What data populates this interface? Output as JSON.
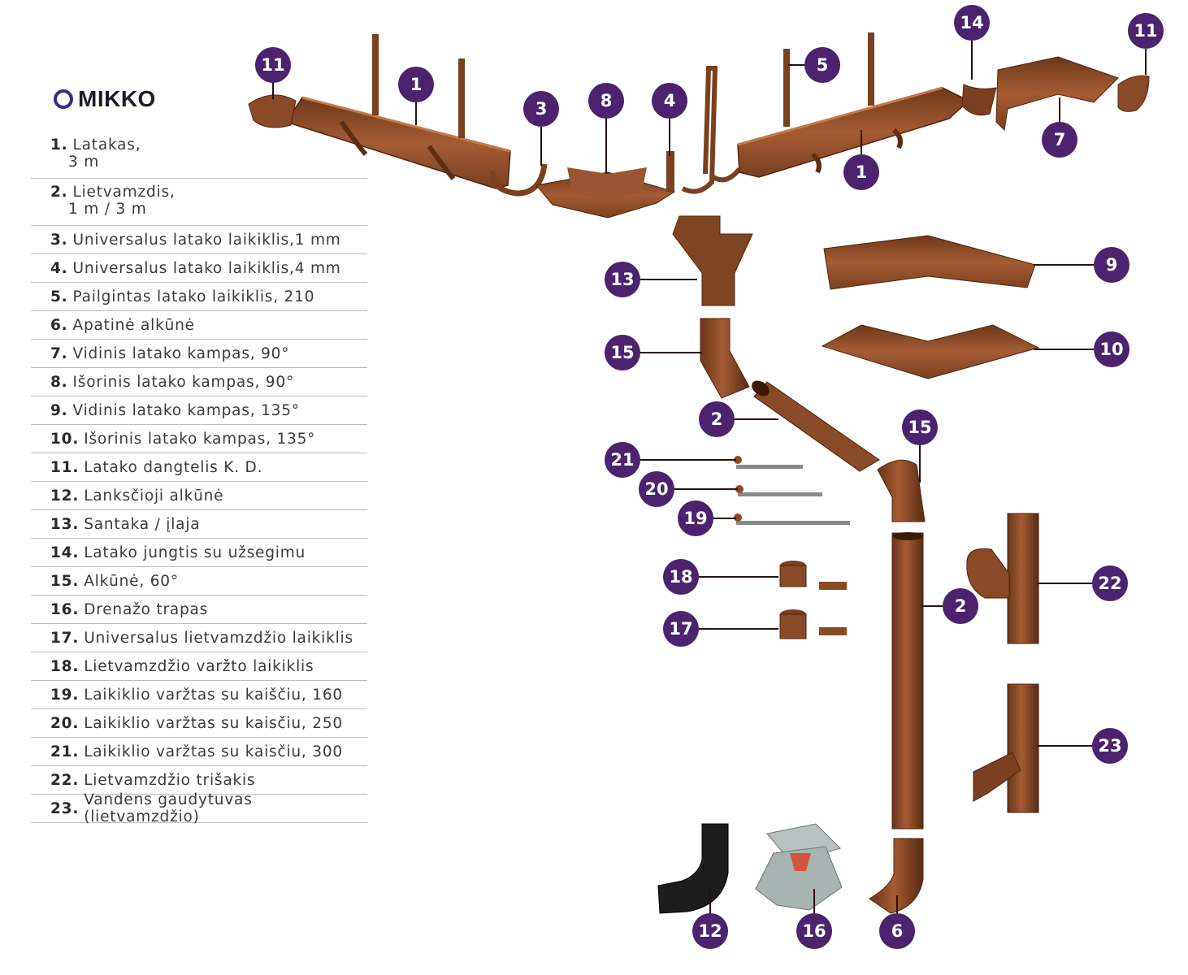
{
  "brand": {
    "name": "MIKKO"
  },
  "colors": {
    "product": "#8a4a26",
    "product_dark": "#5e2e14",
    "badge": "#4b236e",
    "drain_trap": "#b7c2c0",
    "flexible_elbow": "#1d1d1d"
  },
  "legend": [
    {
      "num": "1.",
      "label": "Latakas,",
      "label2": "3 m"
    },
    {
      "num": "2.",
      "label": "Lietvamzdis,",
      "label2": "1 m / 3 m"
    },
    {
      "num": "3.",
      "label": "Universalus latako laikiklis,1 mm"
    },
    {
      "num": "4.",
      "label": "Universalus latako laikiklis,4 mm"
    },
    {
      "num": "5.",
      "label": "Pailgintas latako laikiklis, 210"
    },
    {
      "num": "6.",
      "label": "Apatinė alkūnė"
    },
    {
      "num": "7.",
      "label": "Vidinis latako kampas, 90°"
    },
    {
      "num": "8.",
      "label": "Išorinis latako kampas, 90°"
    },
    {
      "num": "9.",
      "label": "Vidinis latako kampas, 135°"
    },
    {
      "num": "10.",
      "label": "Išorinis latako kampas, 135°"
    },
    {
      "num": "11.",
      "label": "Latako dangtelis K. D."
    },
    {
      "num": "12.",
      "label": "Lanksčioji alkūnė"
    },
    {
      "num": "13.",
      "label": "Santaka / įlaja"
    },
    {
      "num": "14.",
      "label": "Latako jungtis su užsegimu"
    },
    {
      "num": "15.",
      "label": "Alkūnė, 60°"
    },
    {
      "num": "16.",
      "label": "Drenažo trapas"
    },
    {
      "num": "17.",
      "label": "Universalus lietvamzdžio laikiklis"
    },
    {
      "num": "18.",
      "label": "Lietvamzdžio varžto laikiklis"
    },
    {
      "num": "19.",
      "label": "Laikiklio varžtas su kaiščiu, 160"
    },
    {
      "num": "20.",
      "label": "Laikiklio varžtas su kaisčiu, 250"
    },
    {
      "num": "21.",
      "label": "Laikiklio varžtas su kaisčiu, 300"
    },
    {
      "num": "22.",
      "label": "Lietvamzdžio trišakis"
    },
    {
      "num": "23.",
      "label": "Vandens gaudytuvas (lietvamzdžio)"
    }
  ],
  "badges": [
    "11",
    "1",
    "3",
    "8",
    "4",
    "5",
    "1",
    "14",
    "7",
    "11",
    "13",
    "9",
    "15",
    "10",
    "2",
    "15",
    "21",
    "20",
    "19",
    "18",
    "17",
    "2",
    "22",
    "23",
    "12",
    "16",
    "6"
  ]
}
